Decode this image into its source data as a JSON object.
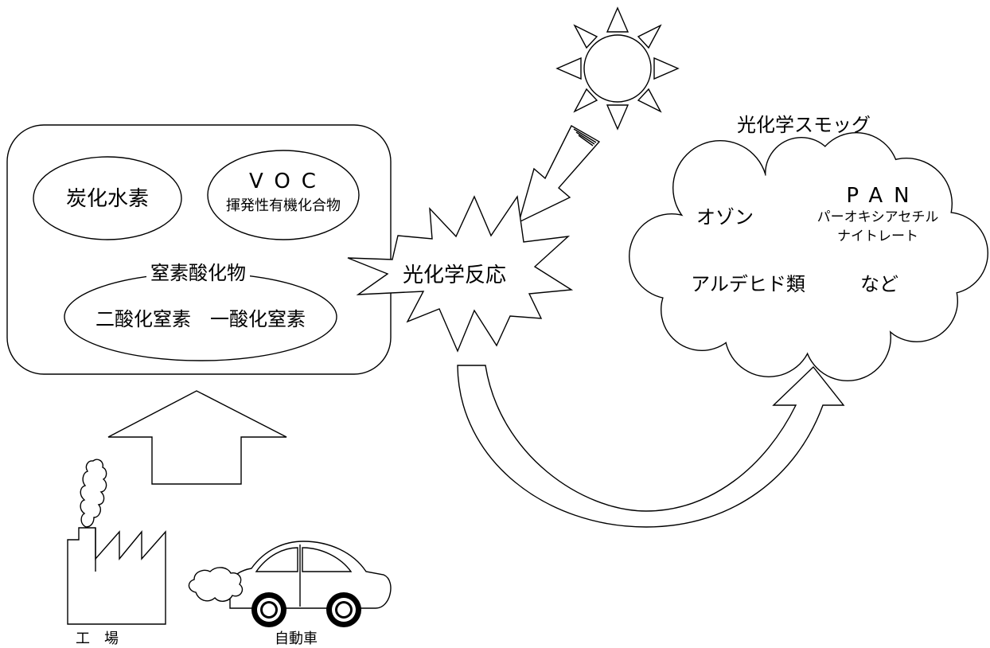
{
  "diagram": {
    "sources_box": {
      "hydrocarbon": "炭化水素",
      "voc_title": "VOC",
      "voc_subtitle": "揮発性有機化合物",
      "nox_title": "窒素酸化物",
      "nox_items": "二酸化窒素　一酸化窒素"
    },
    "reaction": "光化学反応",
    "smog": {
      "title": "光化学スモッグ",
      "ozone": "オゾン",
      "pan_title": "PAN",
      "pan_line1": "パーオキシアセチル",
      "pan_line2": "ナイトレート",
      "aldehyde": "アルデヒド類",
      "etc": "など"
    },
    "emitters": {
      "factory": "工　場",
      "car": "自動車"
    },
    "icons": [
      "sun-icon",
      "factory-icon",
      "car-icon",
      "smoke-icon"
    ]
  }
}
